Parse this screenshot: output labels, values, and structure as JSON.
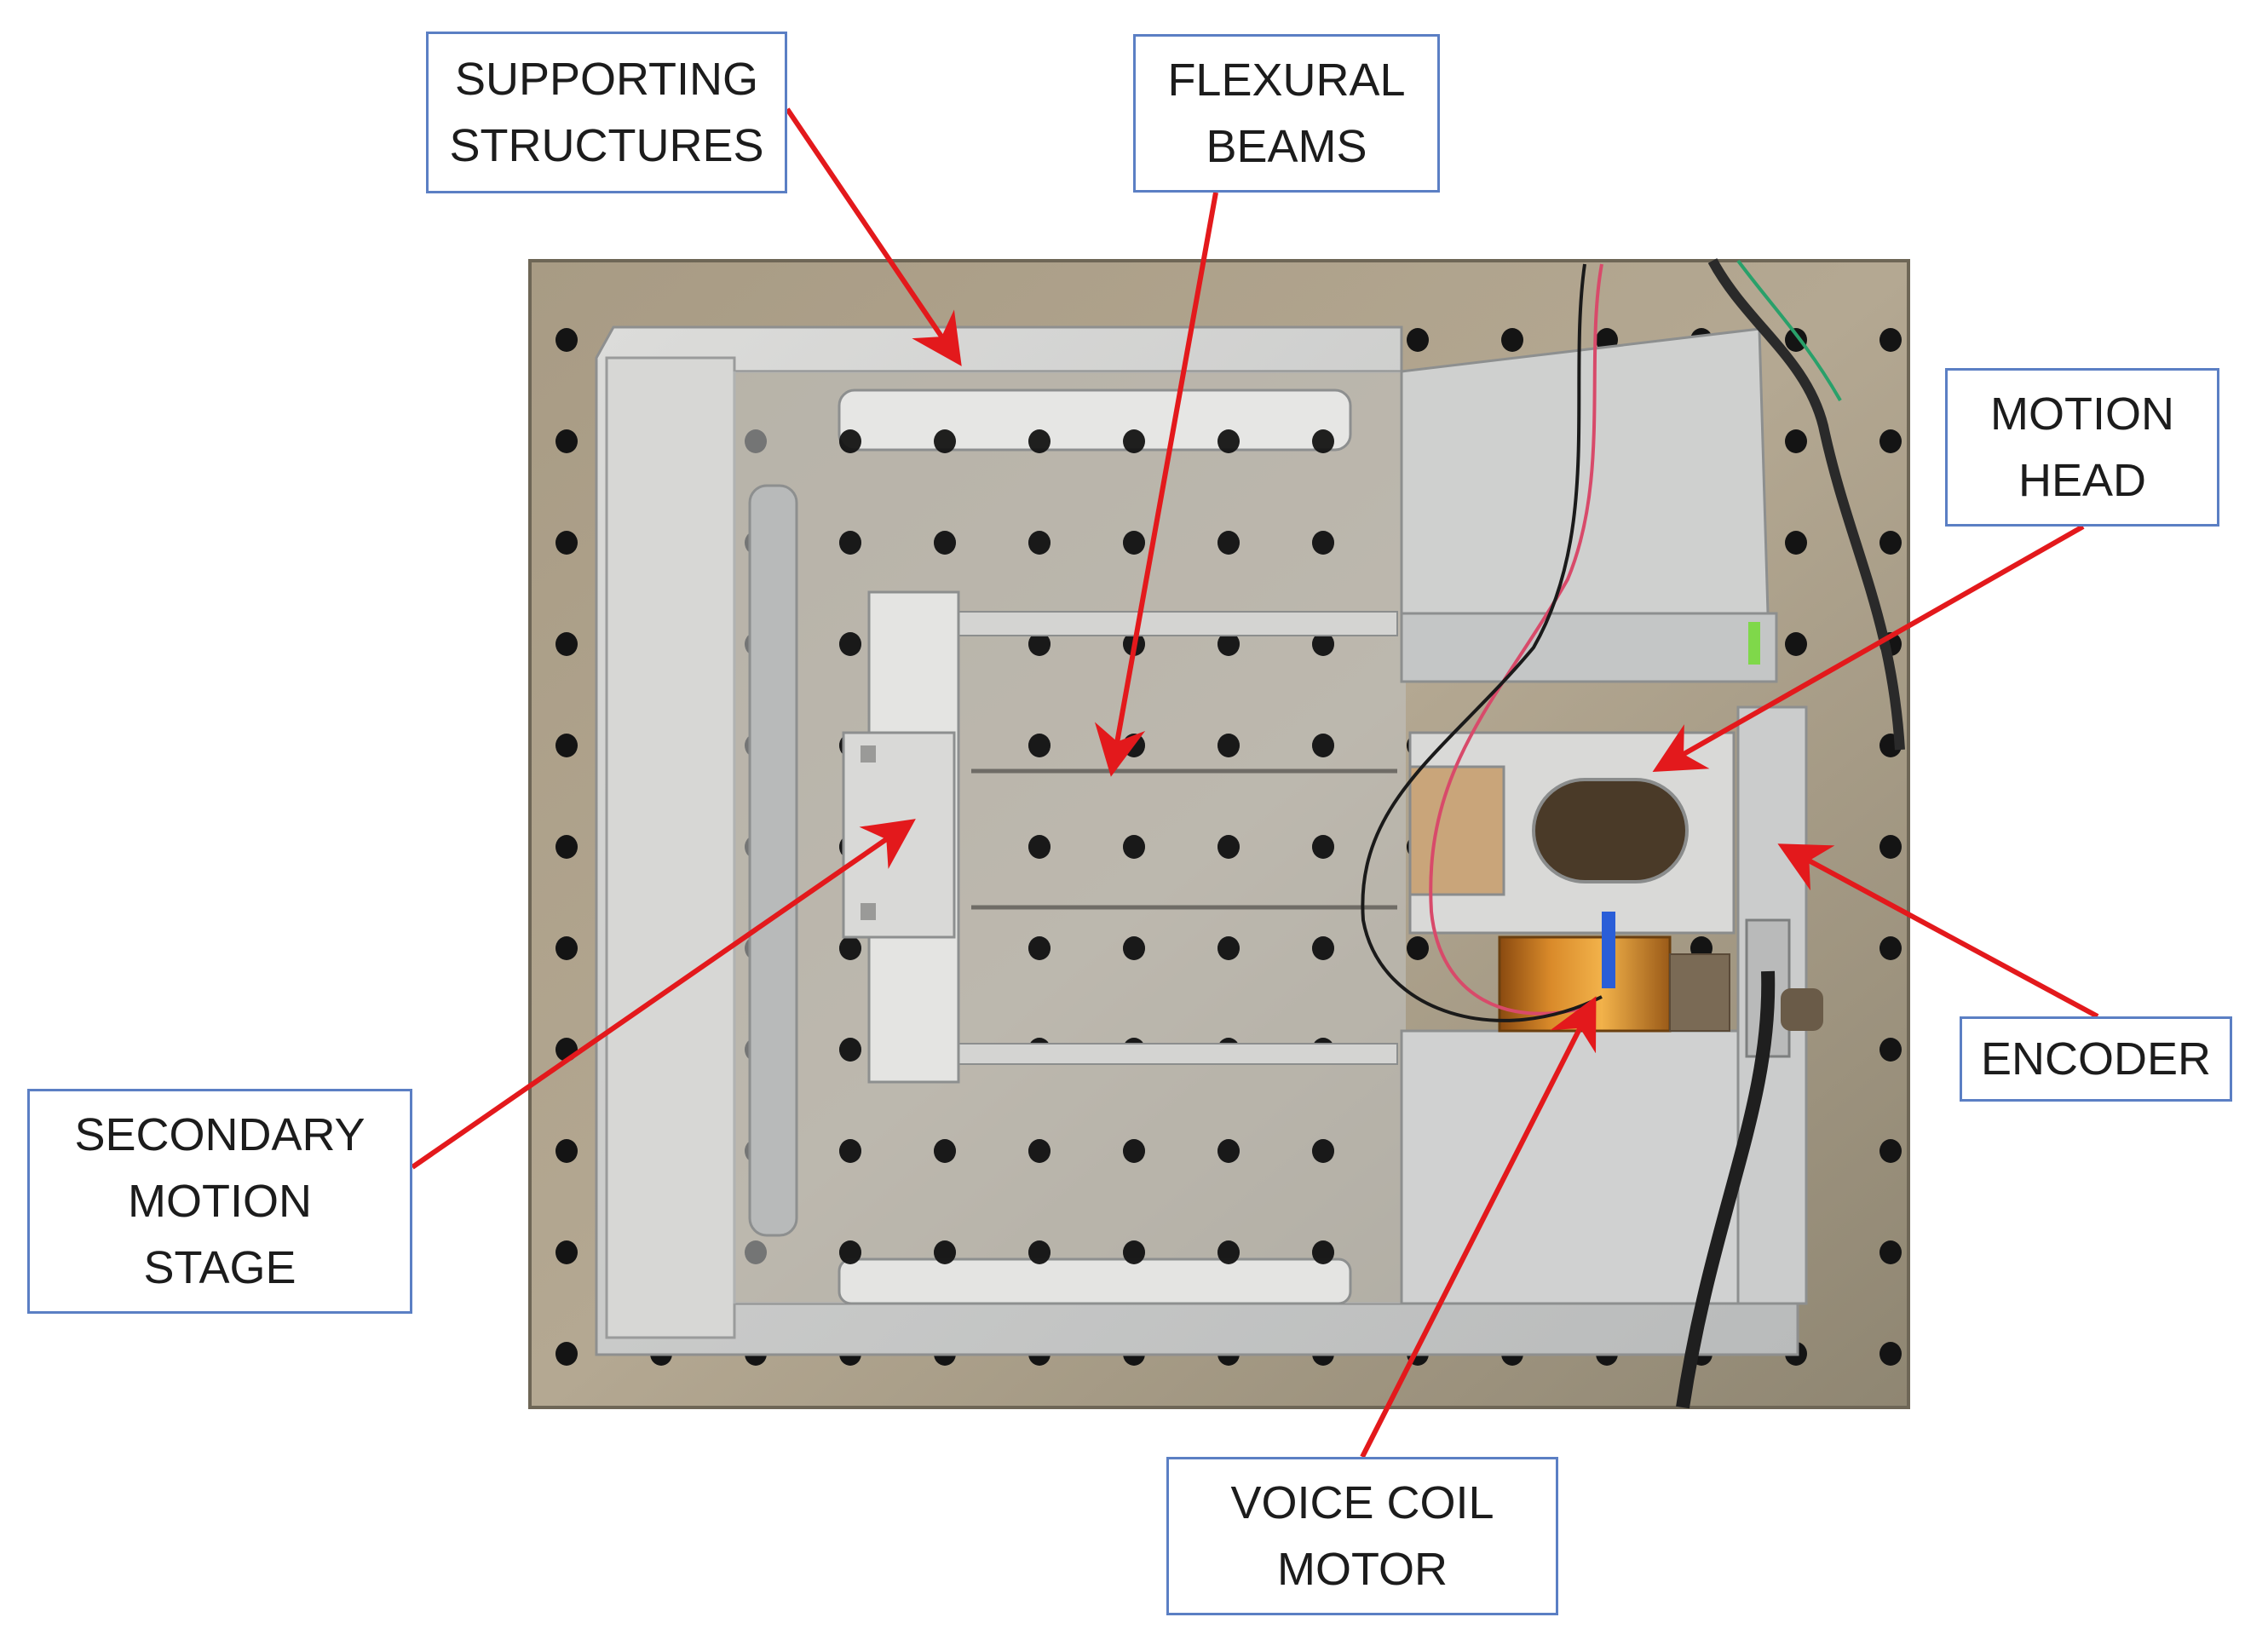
{
  "labels": {
    "supporting_structures": "SUPPORTING\nSTRUCTURES",
    "flexural_beams": "FLEXURAL\nBEAMS",
    "motion_head": "MOTION\nHEAD",
    "encoder": "ENCODER",
    "secondary_motion_stage": "SECONDARY\nMOTION\nSTAGE",
    "voice_coil_motor": "VOICE COIL\nMOTOR"
  },
  "colors": {
    "label_border": "#5b7fc4",
    "arrow": "#e3191c",
    "breadboard": "#9e927d",
    "aluminum": "#cfd0d0"
  }
}
